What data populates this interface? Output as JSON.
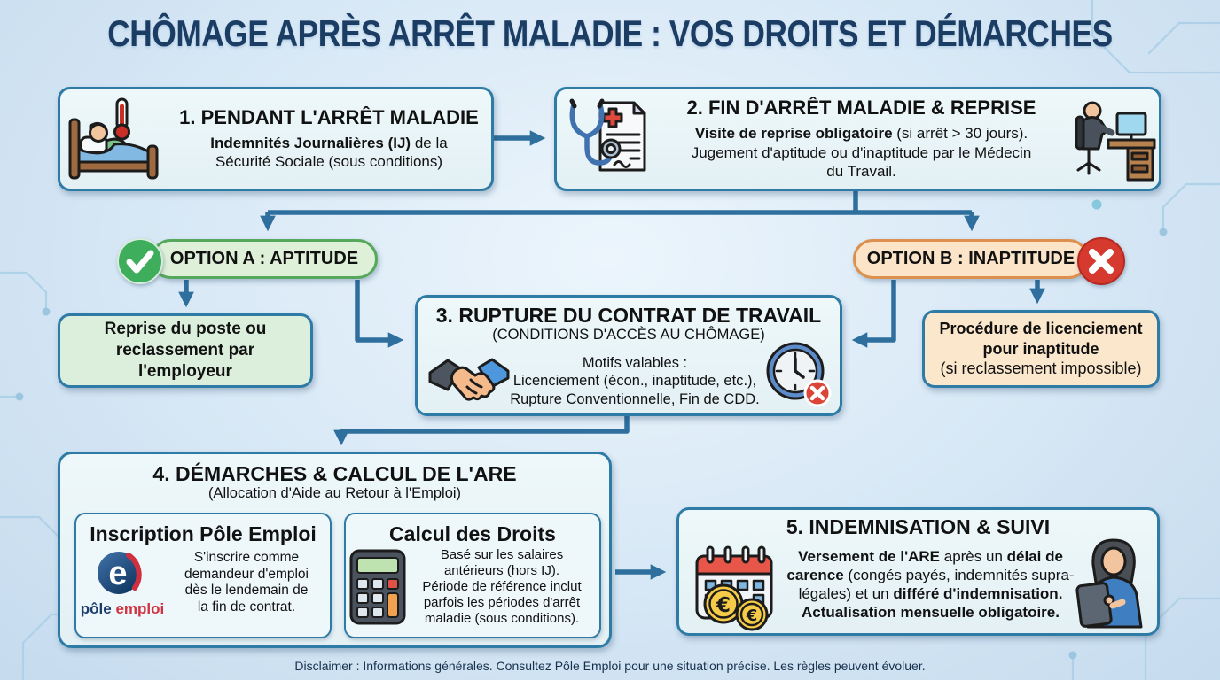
{
  "title": "CHÔMAGE APRÈS ARRÊT MALADIE : VOS DROITS ET DÉMARCHES",
  "palette": {
    "title_color": "#1b3c63",
    "arrow_color": "#2e6f9d",
    "box_border": "#2e7ba6",
    "box_bg": "#e9f4f7",
    "option_a_bg": "#def0d8",
    "option_a_border": "#55a85c",
    "check_green": "#3fae5c",
    "option_b_bg": "#fbe4c7",
    "option_b_border": "#dd8f4d",
    "cross_red": "#d63a2f"
  },
  "step1": {
    "title": "1. PENDANT L'ARRÊT MALADIE",
    "body_html": "<b>Indemnités Journalières (IJ)</b> de la<br>Sécurité Sociale (sous conditions)",
    "icon": "sick-person-in-bed"
  },
  "step2": {
    "title": "2. FIN D'ARRÊT MALADIE & REPRISE",
    "body_html": "<b>Visite de reprise obligatoire</b> (si arrêt &gt; 30 jours).<br>Jugement d'aptitude ou d'inaptitude par le Médecin<br>du Travail.",
    "icons": [
      "stethoscope-document",
      "doctor-at-desk"
    ]
  },
  "option_a": {
    "label": "OPTION A : APTITUDE",
    "result_html": "Reprise du poste ou<br>reclassement par<br>l'employeur"
  },
  "option_b": {
    "label": "OPTION B : INAPTITUDE",
    "result_html": "<b>Procédure de licenciement<br>pour inaptitude</b><br>(si reclassement impossible)"
  },
  "step3": {
    "title": "3. RUPTURE DU CONTRAT DE TRAVAIL",
    "subtitle": "(CONDITIONS D'ACCÈS AU CHÔMAGE)",
    "body_html": "Motifs valables :<br>Licenciement (écon., inaptitude, etc.),<br>Rupture Conventionnelle, Fin de CDD."
  },
  "step4": {
    "title": "4. DÉMARCHES & CALCUL DE L'ARE",
    "subtitle": "(Allocation d'Aide au Retour à l'Emploi)",
    "card_inscription": {
      "title": "Inscription Pôle Emploi",
      "body_html": "S'inscrire comme<br>demandeur d'emploi<br>dès le lendemain de<br>la fin de contrat.",
      "logo_letter": "e",
      "logo_pole": "pôle",
      "logo_emploi": "emploi"
    },
    "card_calcul": {
      "title": "Calcul des Droits",
      "body_html": "Basé sur les salaires<br>antérieurs (hors IJ).<br>Période de référence inclut<br>parfois les périodes d'arrêt<br>maladie (sous conditions)."
    }
  },
  "step5": {
    "title": "5. INDEMNISATION & SUIVI",
    "body_html": "<b>Versement de l'ARE</b> après un <b>délai de<br>carence</b> (congés payés, indemnités supra-<br>légales) et un <b>différé d'indemnisation.</b><br><b>Actualisation mensuelle obligatoire.</b>"
  },
  "disclaimer": "Disclaimer : Informations générales. Consultez Pôle Emploi pour une situation précise. Les règles peuvent évoluer."
}
